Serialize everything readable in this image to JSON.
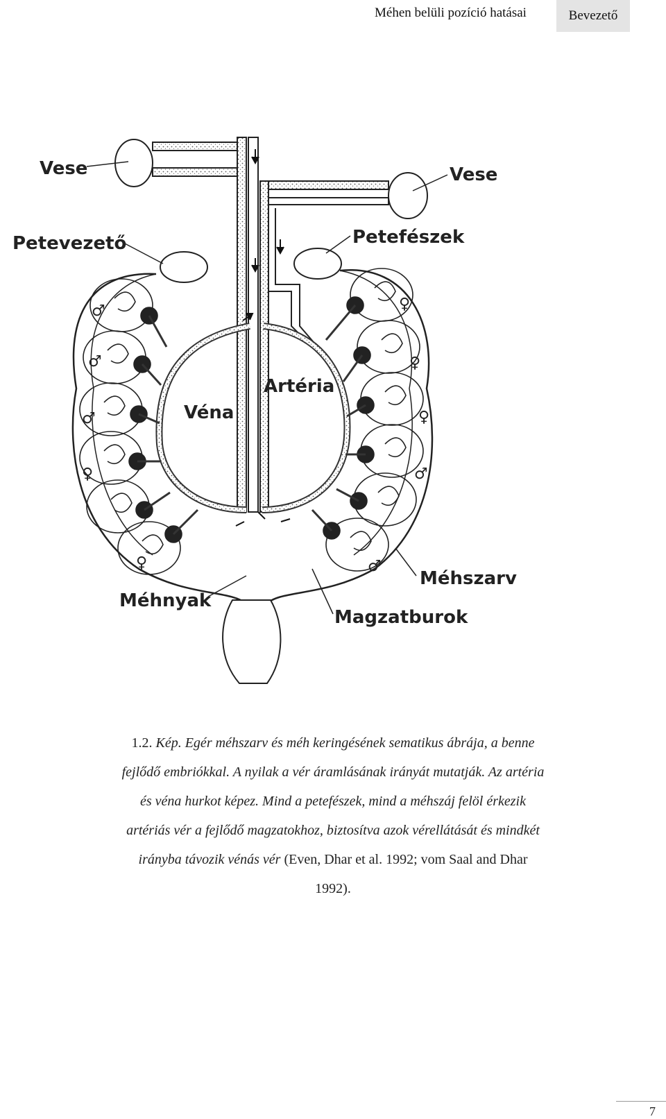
{
  "header": {
    "running_title": "Méhen belüli pozíció hatásai",
    "section": "Bevezető"
  },
  "figure": {
    "labels": {
      "vese_left": "Vese",
      "vese_right": "Vese",
      "petevezeto": "Petevezető",
      "petefeszek": "Petefészek",
      "arteria": "Artéria",
      "vena": "Véna",
      "mehszarv": "Méhszarv",
      "mehnyak": "Méhnyak",
      "magzatburok": "Magzatburok"
    }
  },
  "caption": {
    "label": "1.2.",
    "kep": "Kép.",
    "l1": "Egér méhszarv és méh keringésének sematikus ábrája, a benne",
    "l2": "fejlődő embriókkal. A nyilak a vér áramlásának irányát mutatják. Az artéria",
    "l3": "és véna hurkot képez. Mind a petefészek, mind a méhszáj felöl érkezik",
    "l4": "artériás vér a fejlődő magzatokhoz, biztosítva azok vérellátását és mindkét",
    "l5_italic": "irányba távozik vénás vér",
    "l5_citation": "(Even, Dhar et al. 1992; vom Saal and Dhar",
    "l6": "1992)."
  },
  "footer": {
    "page_number": "7"
  }
}
